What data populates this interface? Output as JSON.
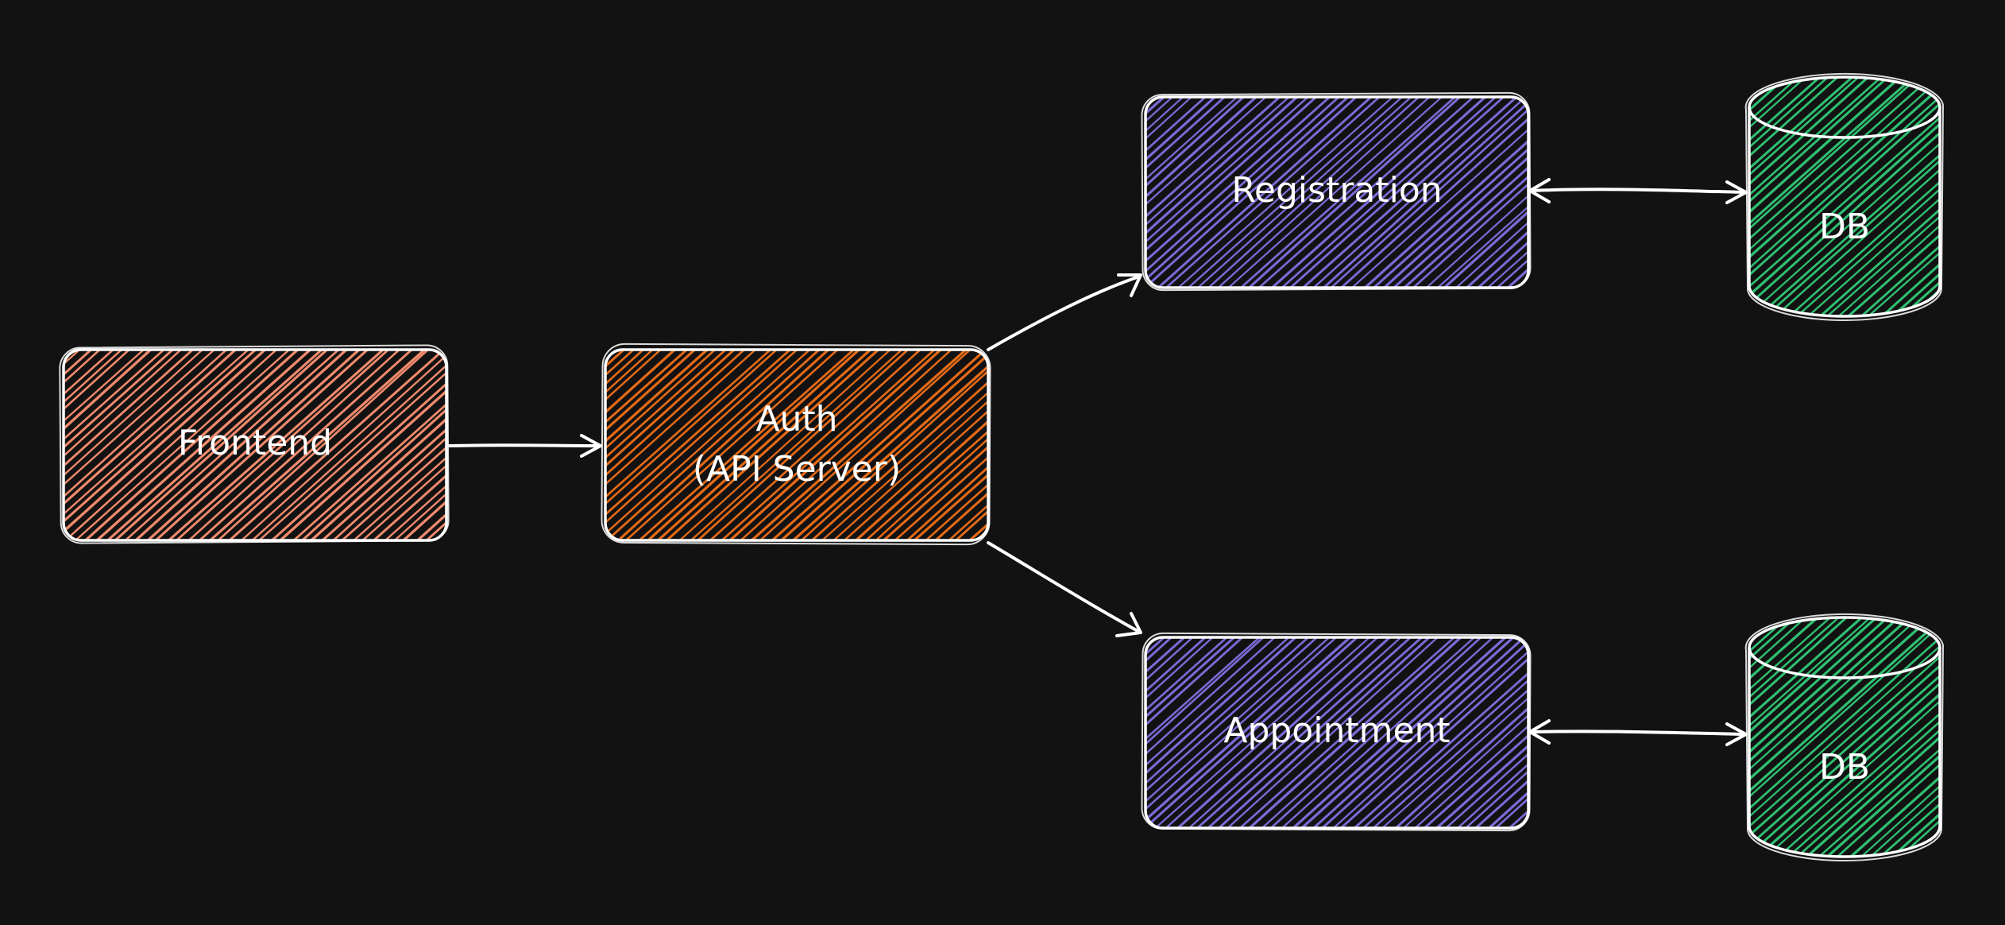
{
  "diagram": {
    "background": "#121212",
    "nodes": [
      {
        "id": "frontend",
        "label": "Frontend",
        "shape": "rectangle",
        "fill": "#f08a6c"
      },
      {
        "id": "auth",
        "label_lines": [
          "Auth",
          "(API Server)"
        ],
        "shape": "rectangle",
        "fill": "#e46a17"
      },
      {
        "id": "registration",
        "label": "Registration",
        "shape": "rectangle",
        "fill": "#7b6ad6"
      },
      {
        "id": "appointment",
        "label": "Appointment",
        "shape": "rectangle",
        "fill": "#7b6ad6"
      },
      {
        "id": "db1",
        "label": "DB",
        "shape": "cylinder",
        "fill": "#2fbf71"
      },
      {
        "id": "db2",
        "label": "DB",
        "shape": "cylinder",
        "fill": "#2fbf71"
      }
    ],
    "edges": [
      {
        "from": "frontend",
        "to": "auth",
        "direction": "forward"
      },
      {
        "from": "auth",
        "to": "registration",
        "direction": "forward"
      },
      {
        "from": "auth",
        "to": "appointment",
        "direction": "forward"
      },
      {
        "from": "registration",
        "to": "db1",
        "direction": "both"
      },
      {
        "from": "appointment",
        "to": "db2",
        "direction": "both"
      }
    ]
  }
}
